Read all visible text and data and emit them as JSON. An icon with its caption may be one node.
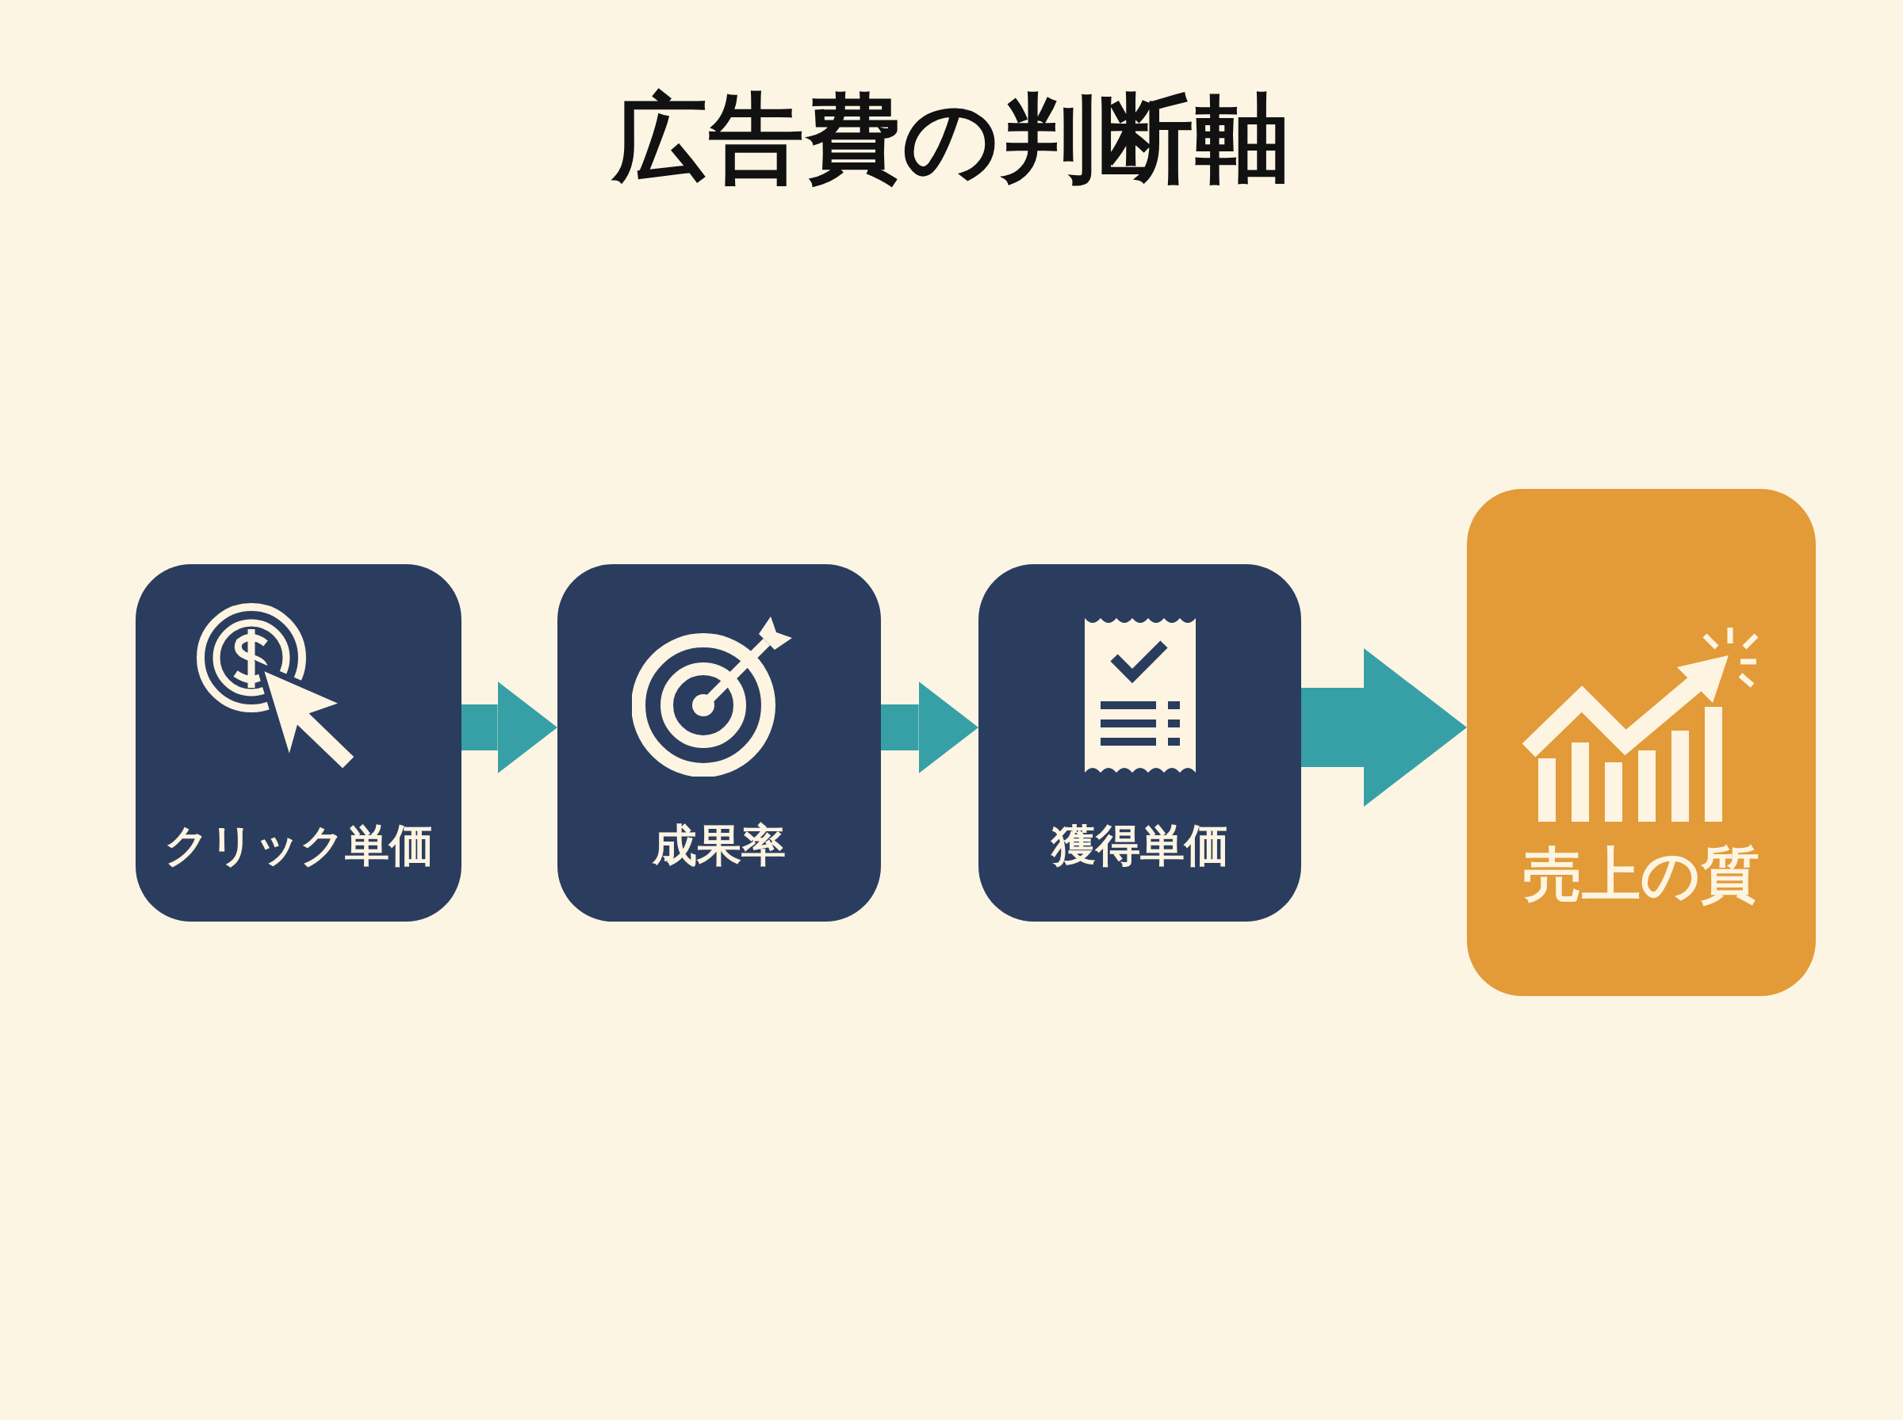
{
  "diagram": {
    "title": "広告費の判断軸",
    "nodes": [
      {
        "text": [
          "クリック単価"
        ]
      },
      {
        "text": [
          "成果率"
        ]
      },
      {
        "text": [
          "獲得単価"
        ]
      },
      {
        "text": [
          "売上の質"
        ]
      }
    ],
    "edges": [
      {
        "from": 0,
        "to": 1,
        "arrow": "to"
      },
      {
        "from": 1,
        "to": 2,
        "arrow": "to"
      },
      {
        "from": 2,
        "to": 3,
        "arrow": "to"
      }
    ]
  }
}
